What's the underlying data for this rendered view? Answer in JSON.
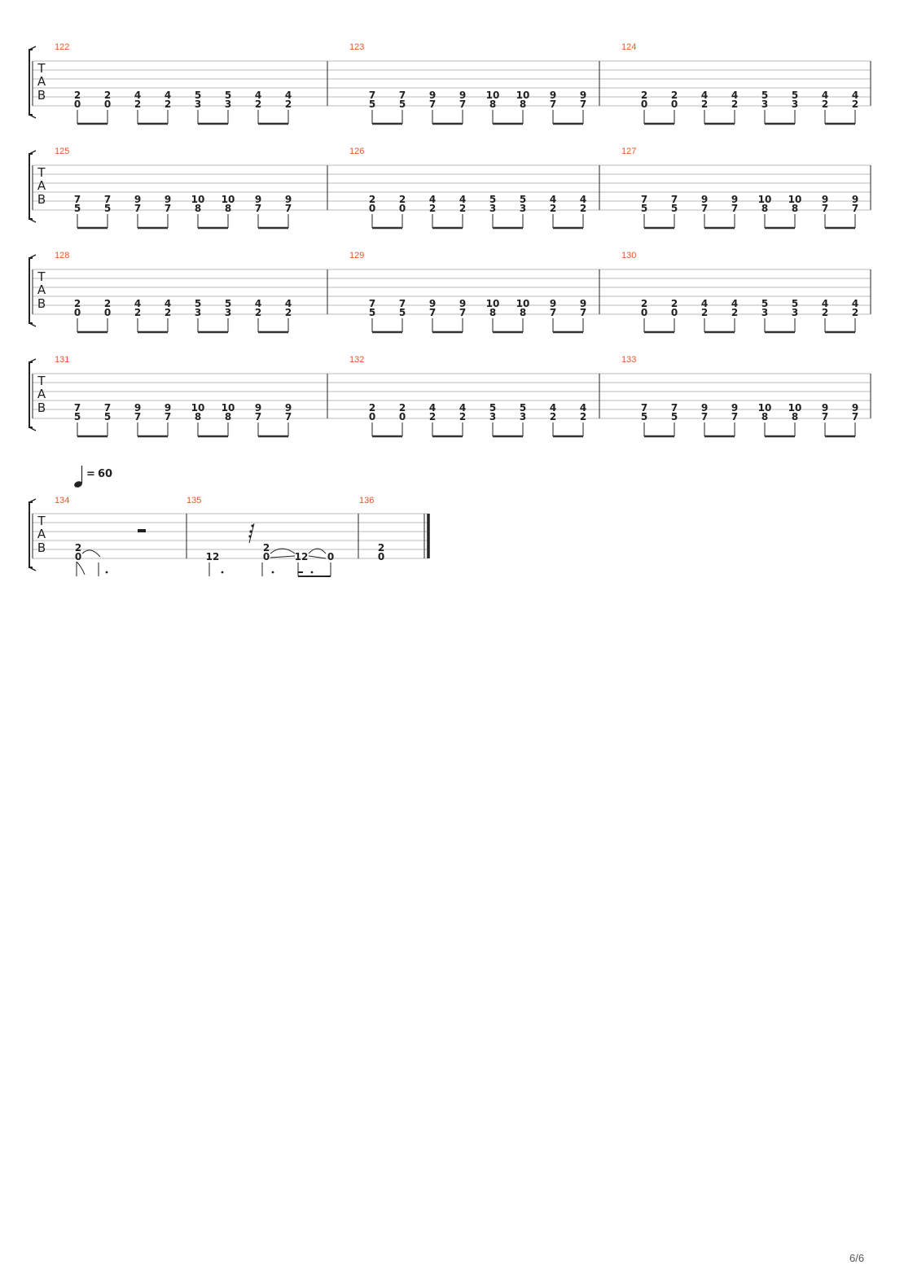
{
  "page_indicator": "6/6",
  "colors": {
    "bar_number": "#e8582a",
    "staff_line": "#bbbbbb",
    "ink": "#222222"
  },
  "tab_labels": [
    "T",
    "A",
    "B"
  ],
  "tempo": {
    "symbol": "quarter-note-icon",
    "equals": "=",
    "value": "60"
  },
  "systems": [
    {
      "bars": [
        {
          "number": "122",
          "notes": [
            [
              "2",
              "0"
            ],
            [
              "2",
              "0"
            ],
            [
              "4",
              "2"
            ],
            [
              "4",
              "2"
            ],
            [
              "5",
              "3"
            ],
            [
              "5",
              "3"
            ],
            [
              "4",
              "2"
            ],
            [
              "4",
              "2"
            ]
          ]
        },
        {
          "number": "123",
          "notes": [
            [
              "7",
              "5"
            ],
            [
              "7",
              "5"
            ],
            [
              "9",
              "7"
            ],
            [
              "9",
              "7"
            ],
            [
              "10",
              "8"
            ],
            [
              "10",
              "8"
            ],
            [
              "9",
              "7"
            ],
            [
              "9",
              "7"
            ]
          ]
        },
        {
          "number": "124",
          "notes": [
            [
              "2",
              "0"
            ],
            [
              "2",
              "0"
            ],
            [
              "4",
              "2"
            ],
            [
              "4",
              "2"
            ],
            [
              "5",
              "3"
            ],
            [
              "5",
              "3"
            ],
            [
              "4",
              "2"
            ],
            [
              "4",
              "2"
            ]
          ]
        }
      ]
    },
    {
      "bars": [
        {
          "number": "125",
          "notes": [
            [
              "7",
              "5"
            ],
            [
              "7",
              "5"
            ],
            [
              "9",
              "7"
            ],
            [
              "9",
              "7"
            ],
            [
              "10",
              "8"
            ],
            [
              "10",
              "8"
            ],
            [
              "9",
              "7"
            ],
            [
              "9",
              "7"
            ]
          ]
        },
        {
          "number": "126",
          "notes": [
            [
              "2",
              "0"
            ],
            [
              "2",
              "0"
            ],
            [
              "4",
              "2"
            ],
            [
              "4",
              "2"
            ],
            [
              "5",
              "3"
            ],
            [
              "5",
              "3"
            ],
            [
              "4",
              "2"
            ],
            [
              "4",
              "2"
            ]
          ]
        },
        {
          "number": "127",
          "notes": [
            [
              "7",
              "5"
            ],
            [
              "7",
              "5"
            ],
            [
              "9",
              "7"
            ],
            [
              "9",
              "7"
            ],
            [
              "10",
              "8"
            ],
            [
              "10",
              "8"
            ],
            [
              "9",
              "7"
            ],
            [
              "9",
              "7"
            ]
          ]
        }
      ]
    },
    {
      "bars": [
        {
          "number": "128",
          "notes": [
            [
              "2",
              "0"
            ],
            [
              "2",
              "0"
            ],
            [
              "4",
              "2"
            ],
            [
              "4",
              "2"
            ],
            [
              "5",
              "3"
            ],
            [
              "5",
              "3"
            ],
            [
              "4",
              "2"
            ],
            [
              "4",
              "2"
            ]
          ]
        },
        {
          "number": "129",
          "notes": [
            [
              "7",
              "5"
            ],
            [
              "7",
              "5"
            ],
            [
              "9",
              "7"
            ],
            [
              "9",
              "7"
            ],
            [
              "10",
              "8"
            ],
            [
              "10",
              "8"
            ],
            [
              "9",
              "7"
            ],
            [
              "9",
              "7"
            ]
          ]
        },
        {
          "number": "130",
          "notes": [
            [
              "2",
              "0"
            ],
            [
              "2",
              "0"
            ],
            [
              "4",
              "2"
            ],
            [
              "4",
              "2"
            ],
            [
              "5",
              "3"
            ],
            [
              "5",
              "3"
            ],
            [
              "4",
              "2"
            ],
            [
              "4",
              "2"
            ]
          ]
        }
      ]
    },
    {
      "bars": [
        {
          "number": "131",
          "notes": [
            [
              "7",
              "5"
            ],
            [
              "7",
              "5"
            ],
            [
              "9",
              "7"
            ],
            [
              "9",
              "7"
            ],
            [
              "10",
              "8"
            ],
            [
              "10",
              "8"
            ],
            [
              "9",
              "7"
            ],
            [
              "9",
              "7"
            ]
          ]
        },
        {
          "number": "132",
          "notes": [
            [
              "2",
              "0"
            ],
            [
              "2",
              "0"
            ],
            [
              "4",
              "2"
            ],
            [
              "4",
              "2"
            ],
            [
              "5",
              "3"
            ],
            [
              "5",
              "3"
            ],
            [
              "4",
              "2"
            ],
            [
              "4",
              "2"
            ]
          ]
        },
        {
          "number": "133",
          "notes": [
            [
              "7",
              "5"
            ],
            [
              "7",
              "5"
            ],
            [
              "9",
              "7"
            ],
            [
              "9",
              "7"
            ],
            [
              "10",
              "8"
            ],
            [
              "10",
              "8"
            ],
            [
              "9",
              "7"
            ],
            [
              "9",
              "7"
            ]
          ]
        }
      ]
    }
  ],
  "last_system": {
    "bars": [
      {
        "number": "134",
        "notes": [
          [
            "2",
            "0"
          ]
        ],
        "rest": "half-rest"
      },
      {
        "number": "135",
        "notes": [
          [
            "12"
          ],
          [
            "2",
            "0"
          ],
          [
            "12"
          ],
          [
            "0"
          ]
        ],
        "rest": "sixteenth-rest"
      },
      {
        "number": "136",
        "notes": [
          [
            "2",
            "0"
          ]
        ]
      }
    ]
  }
}
